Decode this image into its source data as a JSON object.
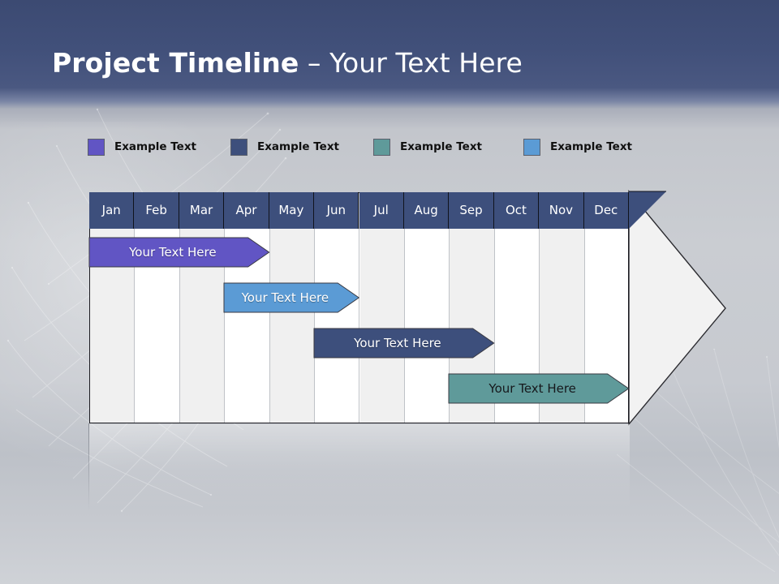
{
  "slide": {
    "title_bold": "Project Timeline",
    "title_rest": " – Your Text Here",
    "accent_navy": "#3d4f7c",
    "accent_purple": "#6155c4",
    "accent_teal": "#5f9a9a",
    "accent_lightblue": "#5b9bd5"
  },
  "legend": {
    "items": [
      {
        "label": "Example Text",
        "color": "#6155c4"
      },
      {
        "label": "Example Text",
        "color": "#3d4f7c"
      },
      {
        "label": "Example Text",
        "color": "#5f9a9a"
      },
      {
        "label": "Example Text",
        "color": "#5b9bd5"
      }
    ]
  },
  "chart_data": {
    "type": "bar",
    "title": "Project Timeline – Your Text Here",
    "xlabel": "",
    "ylabel": "",
    "categories": [
      "Jan",
      "Feb",
      "Mar",
      "Apr",
      "May",
      "Jun",
      "Jul",
      "Aug",
      "Sep",
      "Oct",
      "Nov",
      "Dec"
    ],
    "legend_position": "top",
    "grid": true,
    "orientation": "horizontal",
    "series": [
      {
        "name": "Your  Text Here",
        "label": "Your  Text Here",
        "color": "#6155c4",
        "text_color": "#ffffff",
        "start_month": "Jan",
        "end_month": "Apr",
        "start_index": 0,
        "end_index": 4
      },
      {
        "name": "Your  Text Here",
        "label": "Your  Text Here",
        "color": "#5b9bd5",
        "text_color": "#ffffff",
        "start_month": "Apr",
        "end_month": "Jun",
        "start_index": 3,
        "end_index": 6
      },
      {
        "name": "Your  Text Here",
        "label": "Your  Text Here",
        "color": "#3d4f7c",
        "text_color": "#ffffff",
        "start_month": "May",
        "end_month": "Sep",
        "start_index": 5,
        "end_index": 9
      },
      {
        "name": "Your  Text Here",
        "label": "Your  Text Here",
        "color": "#5f9a9a",
        "text_color": "#16181c",
        "start_month": "Sep",
        "end_month": "Dec",
        "start_index": 8,
        "end_index": 12
      }
    ]
  }
}
